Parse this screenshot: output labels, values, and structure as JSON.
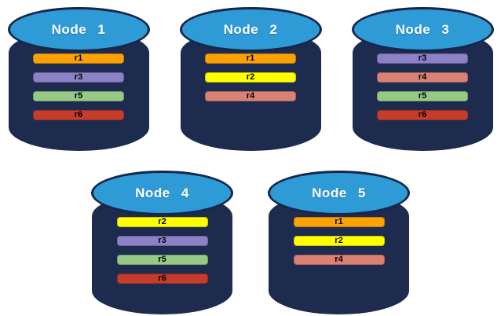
{
  "diagram": {
    "nodes": [
      {
        "label": "Node 1",
        "row": "top",
        "replicas": [
          "r1",
          "r3",
          "r5",
          "r6"
        ]
      },
      {
        "label": "Node 2",
        "row": "top",
        "replicas": [
          "r1",
          "r2",
          "r4"
        ]
      },
      {
        "label": "Node 3",
        "row": "top",
        "replicas": [
          "r3",
          "r4",
          "r5",
          "r6"
        ]
      },
      {
        "label": "Node 4",
        "row": "bottom",
        "replicas": [
          "r2",
          "r3",
          "r5",
          "r6"
        ]
      },
      {
        "label": "Node 5",
        "row": "bottom",
        "replicas": [
          "r1",
          "r2",
          "r4"
        ]
      }
    ],
    "replica_colors": {
      "r1": "#FBA104",
      "r2": "#FEFE00",
      "r3": "#8C80C6",
      "r4": "#DA8173",
      "r5": "#96C986",
      "r6": "#C53C2A"
    },
    "colors": {
      "background": "#FFFFFF",
      "cylinder_body": "#1C2B4E",
      "cylinder_top": "#2E9BD6",
      "cylinder_outline": "#15274B",
      "node_label_text": "#FFFFFF",
      "replica_label_text": "#000000"
    }
  }
}
